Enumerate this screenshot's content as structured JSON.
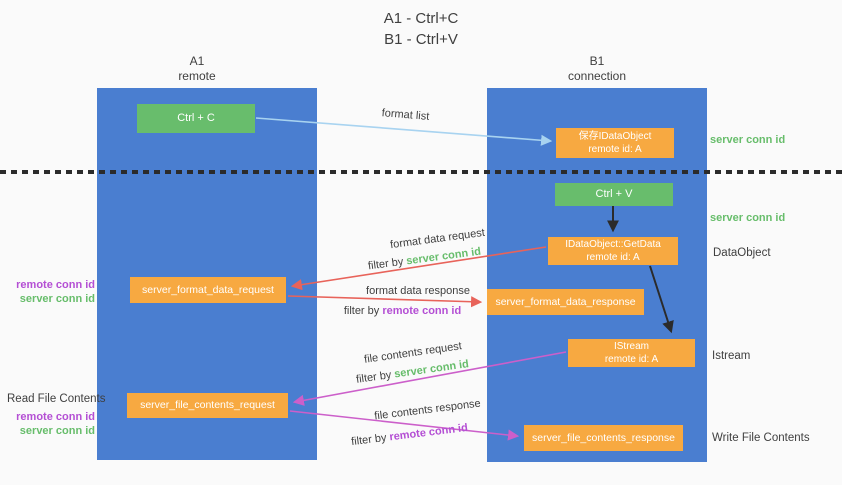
{
  "title": {
    "line1": "A1 - Ctrl+C",
    "line2": "B1 - Ctrl+V"
  },
  "lanes": {
    "left": {
      "title": "A1",
      "subtitle": "remote"
    },
    "right": {
      "title": "B1",
      "subtitle": "connection"
    }
  },
  "nodes": {
    "ctrl_c": {
      "label": "Ctrl + C"
    },
    "save_dataobject": {
      "line1": "保存IDataObject",
      "line2": "remote id: A"
    },
    "ctrl_v": {
      "label": "Ctrl + V"
    },
    "getdata": {
      "line1": "IDataObject::GetData",
      "line2": "remote id: A"
    },
    "format_request": {
      "label": "server_format_data_request"
    },
    "format_response": {
      "label": "server_format_data_response"
    },
    "istream": {
      "line1": "IStream",
      "line2": "remote id: A"
    },
    "file_request": {
      "label": "server_file_contents_request"
    },
    "file_response": {
      "label": "server_file_contents_response"
    }
  },
  "annotations": {
    "format_list": "format list",
    "server_conn_id_top": "server conn id",
    "server_conn_id_mid": "server conn id",
    "dataobject": "DataObject",
    "istream": "Istream",
    "write_file_contents": "Write File Contents",
    "read_file_contents": "Read File Contents",
    "left_ids_top": {
      "remote": "remote conn id",
      "server": "server conn id"
    },
    "left_ids_bottom": {
      "remote": "remote conn id",
      "server": "server conn id"
    },
    "format_data_request": {
      "text": "format data request",
      "filter_prefix": "filter by",
      "filter_id": "server conn id"
    },
    "format_data_response": {
      "text": "format data response",
      "filter_prefix": "filter by",
      "filter_id": "remote conn id"
    },
    "file_contents_request": {
      "text": "file contents request",
      "filter_prefix": "filter by",
      "filter_id": "server conn id"
    },
    "file_contents_response": {
      "text": "file contents response",
      "filter_prefix": "filter by",
      "filter_id": "remote conn id"
    }
  },
  "colors": {
    "lane_blue": "#4a7ed0",
    "node_green": "#68bd6c",
    "node_orange": "#f7a941",
    "green_text": "#67bd6b",
    "purple_text": "#b44fd4",
    "arrow_red": "#e8635a",
    "arrow_magenta": "#cc5fca",
    "arrow_blue": "#a8d3f0",
    "arrow_black": "#2b2b2b",
    "text": "#3f3f3f",
    "background": "#fafafa"
  }
}
